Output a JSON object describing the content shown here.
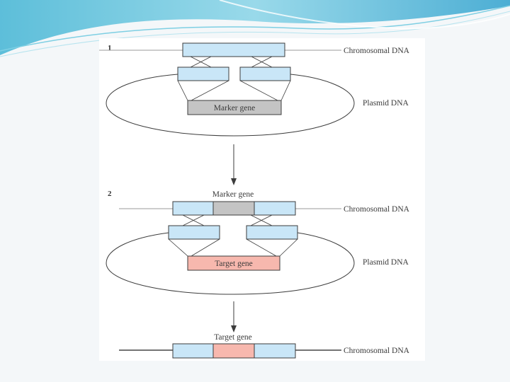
{
  "colors": {
    "homology_region": "#c9e6f7",
    "marker_gene": "#c4c4c4",
    "target_gene": "#f7b8ae",
    "outline": "#3c3c3c",
    "chromosome_line": "#9a9a9a",
    "slide_accent": "#5fc4de"
  },
  "step1": {
    "number": "1",
    "chromosome_label": "Chromosomal DNA",
    "plasmid_label": "Plasmid DNA",
    "insert_label": "Marker gene"
  },
  "step2": {
    "number": "2",
    "chromosome_gene_label": "Marker gene",
    "chromosome_label": "Chromosomal DNA",
    "plasmid_label": "Plasmid DNA",
    "insert_label": "Target gene"
  },
  "result": {
    "chromosome_gene_label": "Target gene",
    "chromosome_label": "Chromosomal DNA"
  }
}
